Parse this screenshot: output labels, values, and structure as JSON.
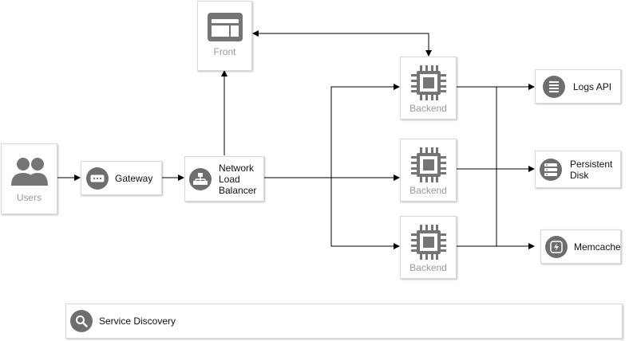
{
  "nodes": {
    "users": "Users",
    "gateway": "Gateway",
    "nlb": "Network\nLoad\nBalancer",
    "front": "Front",
    "backend1": "Backend",
    "backend2": "Backend",
    "backend3": "Backend",
    "logs": "Logs API",
    "disk": "Persistent\nDisk",
    "memcache": "Memcache",
    "discovery": "Service Discovery"
  },
  "colors": {
    "icon": "#757575",
    "edge": "#000000",
    "border": "#d9d9d9",
    "label": "#9a9a9a"
  },
  "icons": [
    "users-icon",
    "gateway-icon",
    "load-balancer-icon",
    "front-window-icon",
    "cpu-chip-icon",
    "logs-icon",
    "disk-icon",
    "memcache-icon",
    "search-icon"
  ]
}
